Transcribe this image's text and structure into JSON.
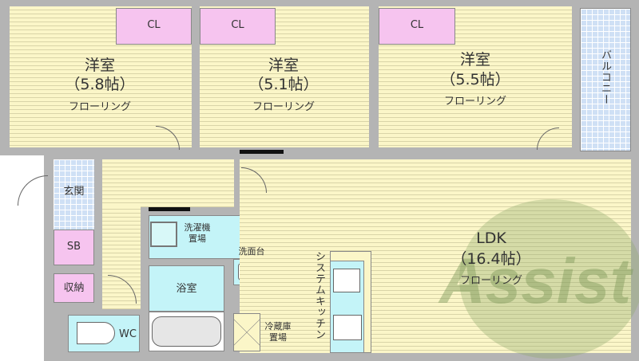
{
  "rooms": {
    "western1": {
      "name": "洋室",
      "size": "（5.8帖）",
      "floor": "フローリング",
      "closet": "CL"
    },
    "western2": {
      "name": "洋室",
      "size": "（5.1帖）",
      "floor": "フローリング",
      "closet": "CL"
    },
    "western3": {
      "name": "洋室",
      "size": "（5.5帖）",
      "floor": "フローリング",
      "closet": "CL"
    },
    "balcony": "バルコニー",
    "entrance": "玄関",
    "shoe_box": "SB",
    "storage": "収納",
    "wc": "WC",
    "laundry": "洗濯機\n置場",
    "washbasin": "洗面台",
    "bath": "浴室",
    "fridge": "冷蔵庫\n置場",
    "kitchen": "システムキッチン",
    "ldk": {
      "name": "LDK",
      "size": "（16.4帖）",
      "floor": "フローリング"
    }
  },
  "watermark": "Assist",
  "colors": {
    "wall": "#b4b4b4",
    "floor": "#fbf6c8",
    "closet": "#f6c4ef",
    "wet": "#c4f4f8",
    "tile": "#cfe0f5",
    "watermark": "#8fa86a"
  }
}
